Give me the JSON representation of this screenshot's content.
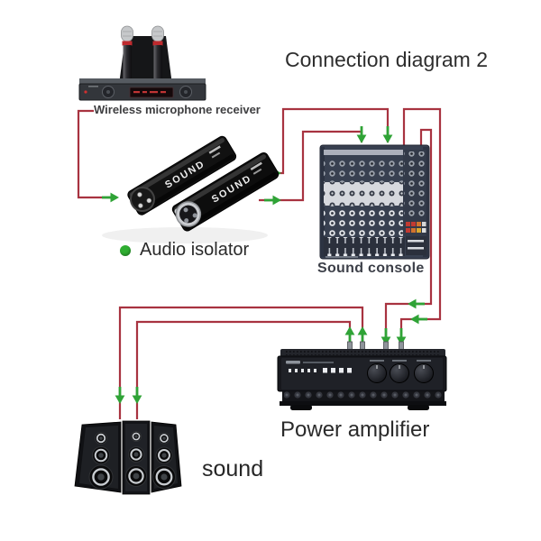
{
  "title": "Connection diagram 2",
  "nodes": {
    "receiver": {
      "label": "Wireless microphone receiver"
    },
    "isolator": {
      "label": "Audio isolator",
      "device_text": "SOUND"
    },
    "console": {
      "label": "Sound console"
    },
    "amplifier": {
      "label": "Power amplifier"
    },
    "speakers": {
      "label": "sound"
    }
  },
  "colors": {
    "wire": "#a83340",
    "arrow": "#2fa336",
    "bullet": "#2fae31",
    "text": "#2b2b2b"
  }
}
